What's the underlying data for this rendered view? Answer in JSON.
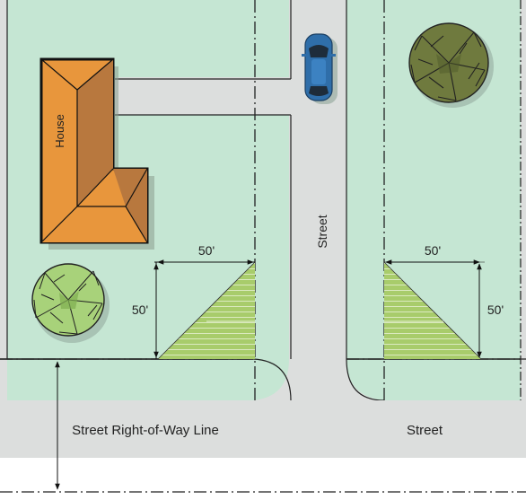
{
  "labels": {
    "house": "House",
    "street_vertical": "Street",
    "street_horizontal": "Street",
    "right_of_way": "Street Right-of-Way Line",
    "left_triangle_width": "50'",
    "left_triangle_height": "50'",
    "right_triangle_width": "50'",
    "right_triangle_height": "50'"
  },
  "colors": {
    "lawn": "#c5e6d3",
    "street": "#dcdedd",
    "house_light": "#e8963c",
    "house_dark": "#b8783e",
    "sight_triangle": "#a8cc6b",
    "tree_light": "#a8d27a",
    "tree_dark": "#5f6a32",
    "car": "#2f6ea9"
  },
  "icons": {
    "car": "car-icon",
    "tree": "tree-icon"
  }
}
